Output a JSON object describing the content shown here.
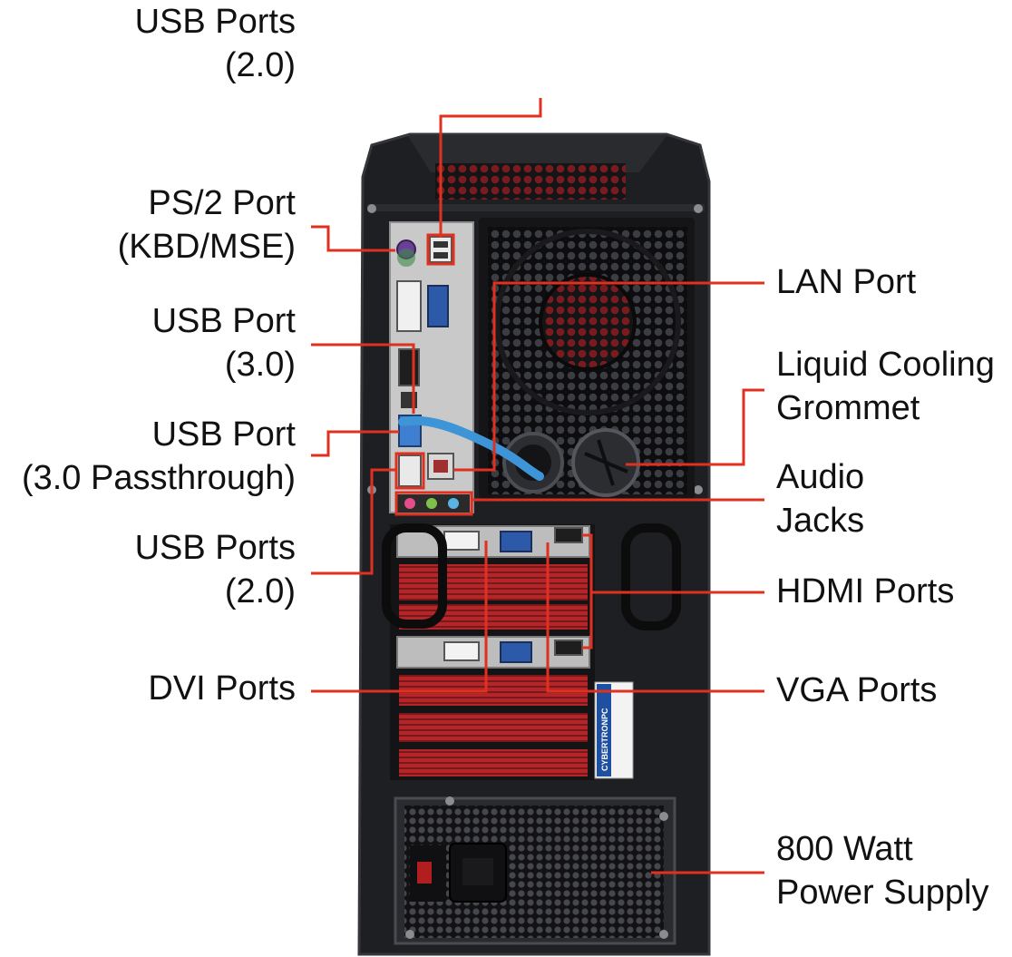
{
  "labels": {
    "usb_top": [
      "USB Ports",
      "(2.0)"
    ],
    "ps2": [
      "PS/2 Port",
      "(KBD/MSE)"
    ],
    "usb30": [
      "USB Port",
      "(3.0)"
    ],
    "usb30_pass": [
      "USB Port",
      "(3.0 Passthrough)"
    ],
    "usb20_lower": [
      "USB Ports",
      "(2.0)"
    ],
    "dvi": [
      "DVI Ports"
    ],
    "lan": [
      "LAN Port"
    ],
    "cooling": [
      "Liquid Cooling",
      "Grommet"
    ],
    "audio": [
      "Audio",
      "Jacks"
    ],
    "hdmi": [
      "HDMI Ports"
    ],
    "vga": [
      "VGA Ports"
    ],
    "psu": [
      "800 Watt",
      "Power Supply"
    ]
  },
  "sticker_text": "CYBERTRONPC",
  "colors": {
    "callout": "#e03020",
    "case": "#1e1f22",
    "case_edge": "#34363a",
    "io_plate": "#c9c9c9",
    "slot_red": "#b3262a",
    "cable_blue": "#3d94d6",
    "sticker_blue": "#1f4fa0"
  }
}
